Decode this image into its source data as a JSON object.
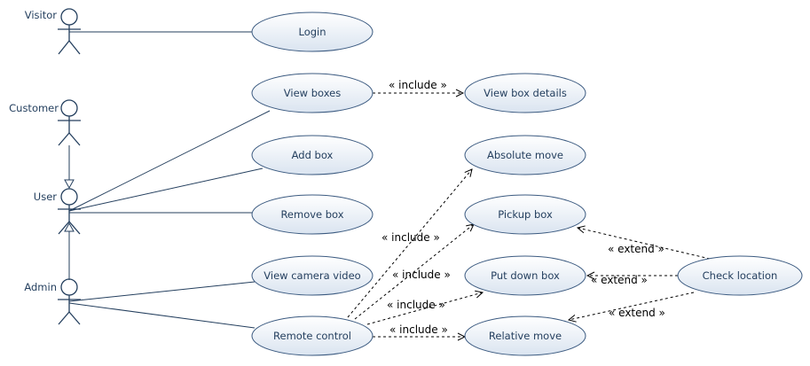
{
  "actors": [
    {
      "id": "visitor",
      "label": "Visitor"
    },
    {
      "id": "customer",
      "label": "Customer"
    },
    {
      "id": "user",
      "label": "User"
    },
    {
      "id": "admin",
      "label": "Admin"
    }
  ],
  "use_cases": [
    {
      "id": "login",
      "label": "Login"
    },
    {
      "id": "view_boxes",
      "label": "View boxes"
    },
    {
      "id": "view_box_details",
      "label": "View box details"
    },
    {
      "id": "add_box",
      "label": "Add box"
    },
    {
      "id": "remove_box",
      "label": "Remove box"
    },
    {
      "id": "absolute_move",
      "label": "Absolute move"
    },
    {
      "id": "pickup_box",
      "label": "Pickup box"
    },
    {
      "id": "put_down_box",
      "label": "Put down box"
    },
    {
      "id": "view_camera_video",
      "label": "View camera video"
    },
    {
      "id": "remote_control",
      "label": "Remote control"
    },
    {
      "id": "relative_move",
      "label": "Relative move"
    },
    {
      "id": "check_location",
      "label": "Check location"
    }
  ],
  "relationships": {
    "include": [
      {
        "label": "« include »",
        "from": "view_boxes",
        "to": "view_box_details"
      },
      {
        "label": "« include »",
        "from": "remote_control",
        "to": "absolute_move"
      },
      {
        "label": "« include »",
        "from": "remote_control",
        "to": "pickup_box"
      },
      {
        "label": "« include »",
        "from": "remote_control",
        "to": "put_down_box"
      },
      {
        "label": "« include »",
        "from": "remote_control",
        "to": "relative_move"
      }
    ],
    "extend": [
      {
        "label": "« extend »",
        "from": "check_location",
        "to": "pickup_box"
      },
      {
        "label": "« extend »",
        "from": "check_location",
        "to": "put_down_box"
      },
      {
        "label": "« extend »",
        "from": "check_location",
        "to": "relative_move"
      }
    ]
  },
  "colors": {
    "ellipse_fill_top": "#ffffff",
    "ellipse_fill_bottom": "#dfe8f3",
    "ellipse_stroke": "#3b5a80",
    "actor_stroke": "#243f5e",
    "text": "#243f5e"
  }
}
